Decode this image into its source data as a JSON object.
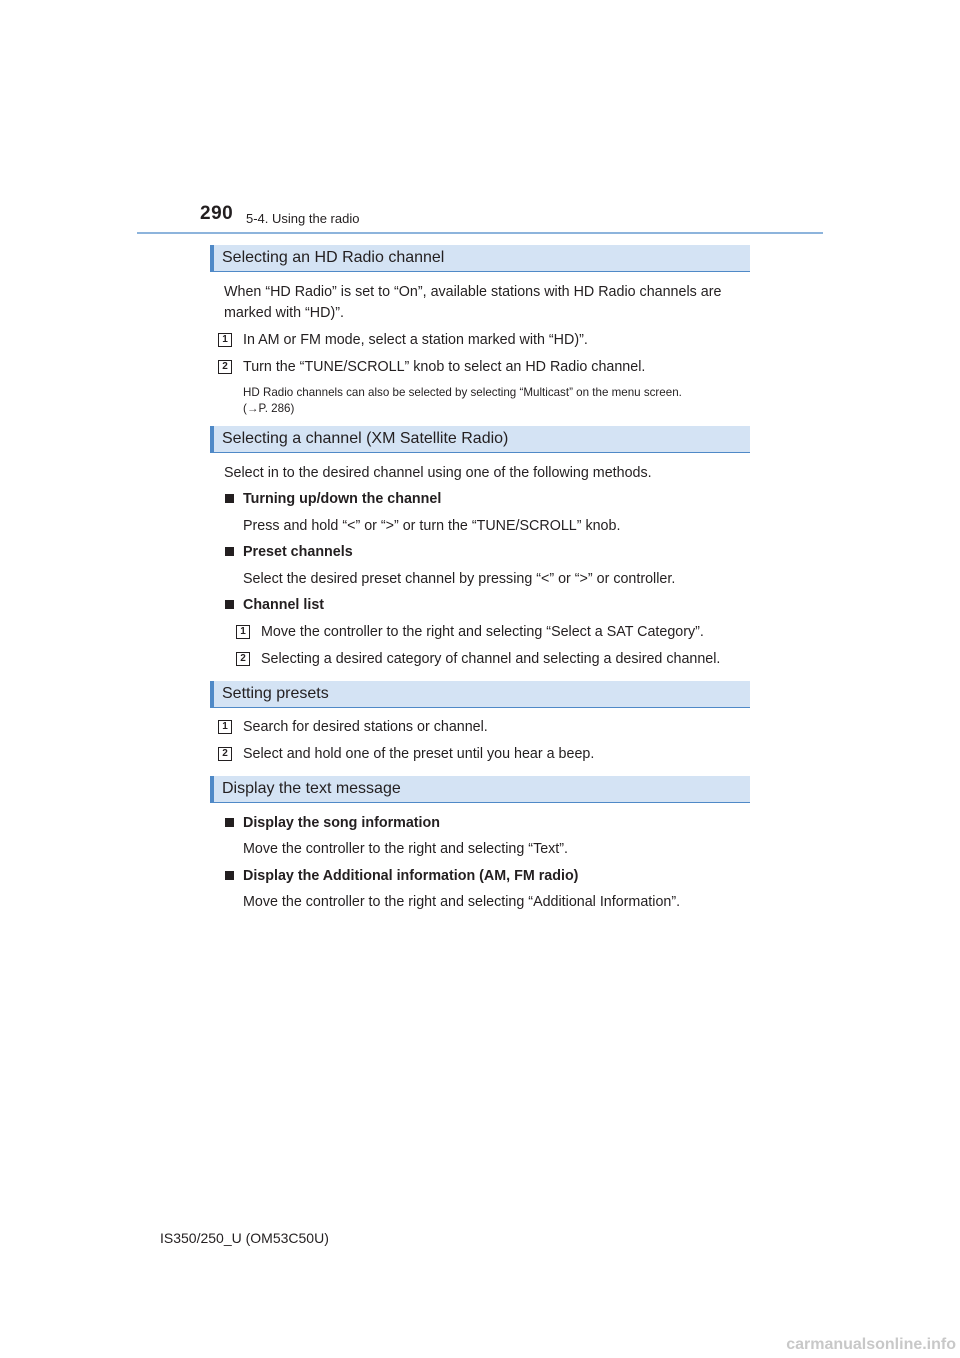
{
  "header": {
    "page_number": "290",
    "section": "5-4. Using the radio"
  },
  "hd": {
    "title": "Selecting an HD Radio channel",
    "intro_line1": "When “HD Radio” is set to “On”, available stations with HD Radio channels are",
    "intro_line2": "marked with “HD)”.",
    "step1_num": "1",
    "step1": "In AM or FM mode, select a station marked with “HD)”.",
    "step2_num": "2",
    "step2": "Turn the “TUNE/SCROLL” knob to select an HD Radio channel.",
    "note_line1": "HD Radio channels can also be selected by selecting “Multicast” on the menu screen.",
    "note_line2": "(→P. 286)"
  },
  "xm": {
    "title": "Selecting a channel (XM Satellite Radio)",
    "intro": "Select in to the desired channel using one of the following methods.",
    "item1_title": "Turning up/down the channel",
    "item1_text": "Press and hold “<” or “>” or turn the “TUNE/SCROLL” knob.",
    "item2_title": "Preset channels",
    "item2_text": "Select the desired preset channel by pressing “<” or “>” or controller.",
    "item3_title": "Channel list",
    "item3_step1_num": "1",
    "item3_step1": "Move the controller to the right and selecting “Select a SAT Category”.",
    "item3_step2_num": "2",
    "item3_step2": "Selecting a desired category of channel and selecting a desired channel."
  },
  "presets": {
    "title": "Setting presets",
    "step1_num": "1",
    "step1": "Search for desired stations or channel.",
    "step2_num": "2",
    "step2": "Select and hold one of the preset until you hear a beep."
  },
  "display": {
    "title": "Display the text message",
    "item1_title": "Display the song information",
    "item1_text": "Move the controller to the right and selecting “Text”.",
    "item2_title": "Display the Additional information (AM, FM radio)",
    "item2_text": "Move the controller to the right and selecting “Additional Information”."
  },
  "footer": {
    "model": "IS350/250_U (OM53C50U)",
    "watermark": "carmanualsonline.info"
  },
  "colors": {
    "heading_bg": "#d4e3f4",
    "heading_accent": "#4f89c7",
    "header_rule": "#8db4dc"
  }
}
